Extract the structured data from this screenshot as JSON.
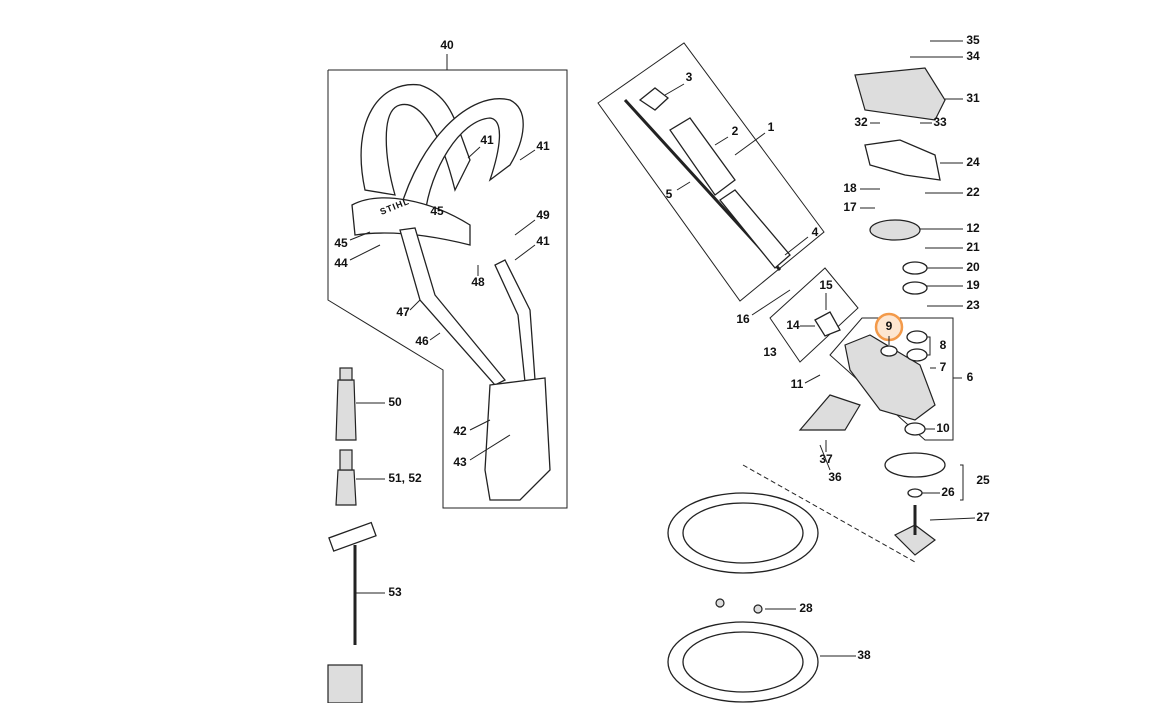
{
  "diagram": {
    "highlight_color": "#f39a4a",
    "highlighted_part": "9",
    "brand_text": "STIHL",
    "labels": [
      "40",
      "3",
      "1",
      "2",
      "5",
      "4",
      "35",
      "34",
      "31",
      "32",
      "33",
      "24",
      "18",
      "22",
      "17",
      "12",
      "21",
      "20",
      "19",
      "23",
      "15",
      "16",
      "14",
      "13",
      "9",
      "8",
      "7",
      "6",
      "11",
      "10",
      "37",
      "36",
      "25",
      "26",
      "27",
      "28",
      "38",
      "41",
      "41",
      "45",
      "49",
      "41",
      "45",
      "44",
      "48",
      "47",
      "46",
      "50",
      "42",
      "43",
      "51, 52",
      "53"
    ]
  }
}
